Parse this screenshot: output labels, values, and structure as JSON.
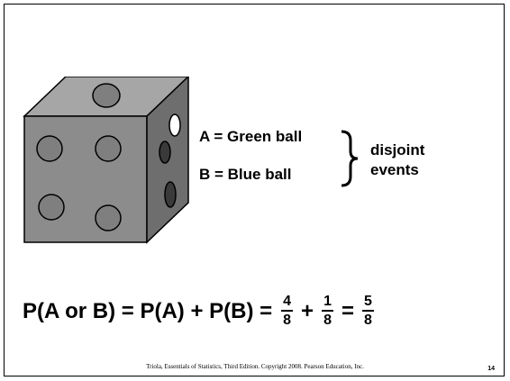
{
  "events": {
    "a_label": "A = Green ball",
    "b_label": "B = Blue ball",
    "note_line1": "disjoint",
    "note_line2": "events"
  },
  "formula": {
    "lhs": "P(A or B) = P(A) + P(B) =",
    "frac1": {
      "num": "4",
      "den": "8"
    },
    "plus": "+",
    "frac2": {
      "num": "1",
      "den": "8"
    },
    "equals": "=",
    "frac3": {
      "num": "5",
      "den": "8"
    }
  },
  "footer": {
    "citation": "Triola, Essentials of Statistics, Third Edition. Copyright 2008. Pearson Education, Inc.",
    "page_number": "14"
  },
  "colors": {
    "die_top": "#a6a6a6",
    "die_front": "#8c8c8c",
    "die_side": "#6e6e6e",
    "pip_gray": "#7f7f7f",
    "pip_dark": "#3a3a3a"
  }
}
